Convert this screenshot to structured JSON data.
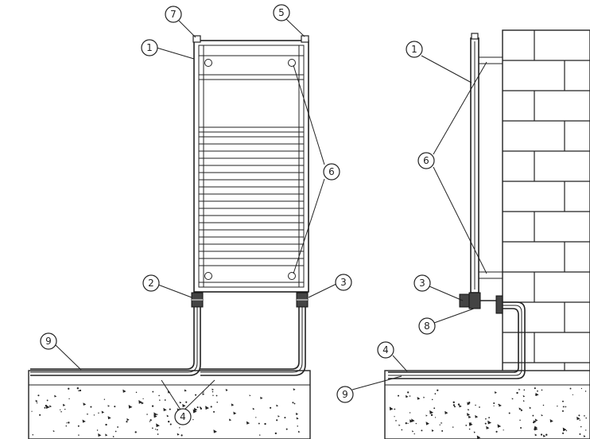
{
  "callouts": {
    "left": [
      {
        "id": "c-l-1",
        "label": "1"
      },
      {
        "id": "c-l-2",
        "label": "2"
      },
      {
        "id": "c-l-3",
        "label": "3"
      },
      {
        "id": "c-l-4",
        "label": "4"
      },
      {
        "id": "c-l-5",
        "label": "5"
      },
      {
        "id": "c-l-6",
        "label": "6"
      },
      {
        "id": "c-l-7",
        "label": "7"
      },
      {
        "id": "c-l-9",
        "label": "9"
      }
    ],
    "right": [
      {
        "id": "c-r-1",
        "label": "1"
      },
      {
        "id": "c-r-3",
        "label": "3"
      },
      {
        "id": "c-r-4",
        "label": "4"
      },
      {
        "id": "c-r-6",
        "label": "6"
      },
      {
        "id": "c-r-8",
        "label": "8"
      },
      {
        "id": "c-r-9",
        "label": "9"
      }
    ]
  },
  "colors": {
    "line": "#222222",
    "background": "#ffffff",
    "valve": "#444444"
  }
}
